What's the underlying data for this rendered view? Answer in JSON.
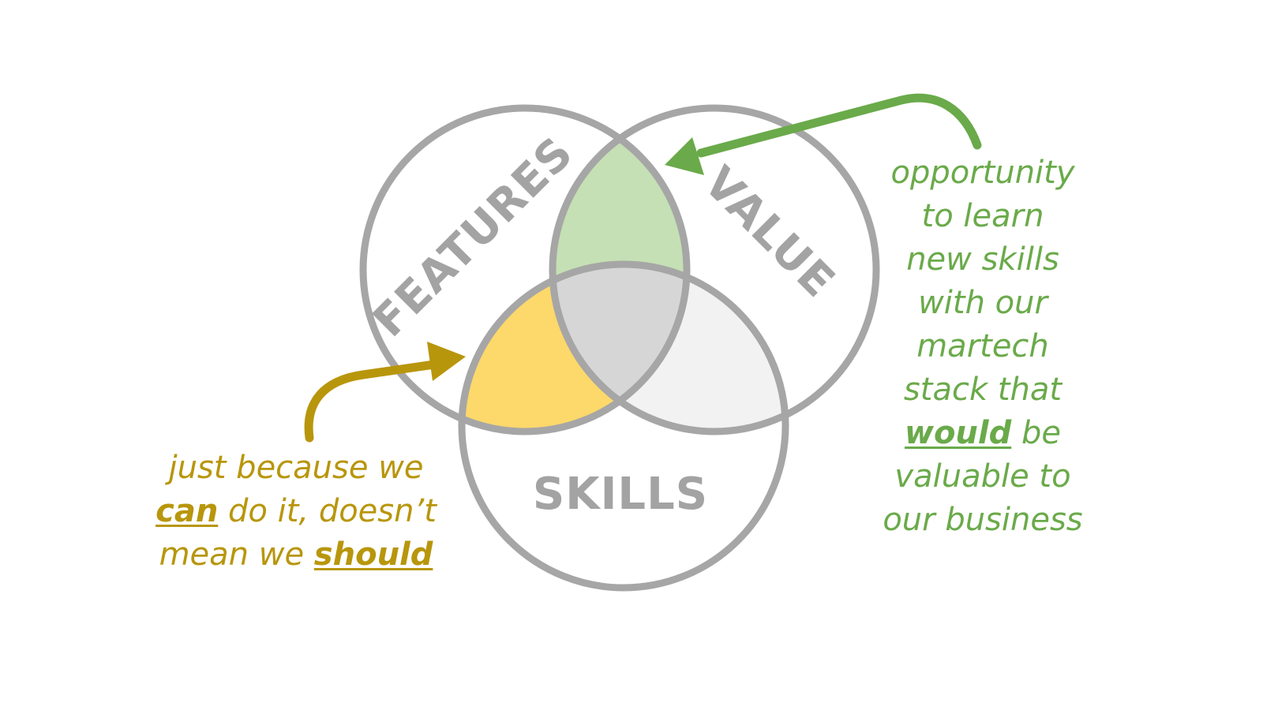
{
  "circles": {
    "features": {
      "label": "FEATURES"
    },
    "value": {
      "label": "VALUE"
    },
    "skills": {
      "label": "SKILLS"
    }
  },
  "annotations": {
    "left": {
      "line1": "just because we",
      "line2_emph": "can",
      "line2_rest": " do it, doesn’t",
      "line3_pre": "mean we ",
      "line3_emph": "should"
    },
    "right": {
      "line1": "opportunity",
      "line2": "to learn",
      "line3": "new skills",
      "line4": "with our",
      "line5": "martech",
      "line6": "stack that",
      "line7_emph": "would",
      "line7_rest": " be",
      "line8": "valuable to",
      "line9": "our business"
    }
  },
  "colors": {
    "circle_stroke": "#a6a6a6",
    "label_gray": "#a3a3a3",
    "features_value_overlap": "#c5e0b4",
    "features_skills_overlap": "#fdd86b",
    "value_skills_overlap": "#f2f2f2",
    "center_overlap": "#d6d6d6",
    "left_note_color": "#b8960c",
    "right_note_color": "#6aaa4a"
  }
}
